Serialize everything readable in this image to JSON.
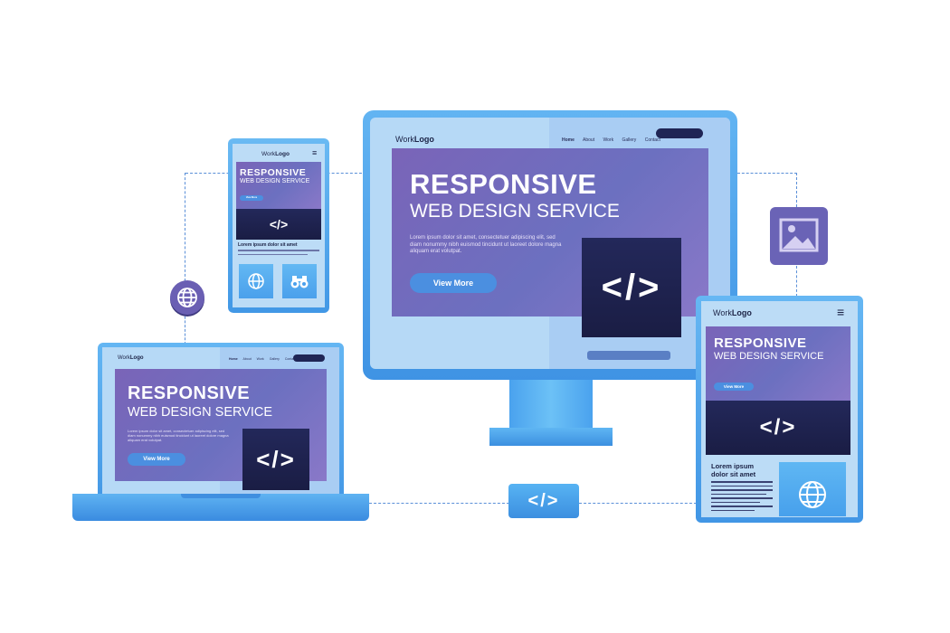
{
  "brand": {
    "logo_part1": "Work",
    "logo_part2": "Logo"
  },
  "nav": {
    "items": [
      "Home",
      "About",
      "Work",
      "Gallery",
      "Contact"
    ]
  },
  "hero": {
    "title": "RESPONSIVE",
    "subtitle": "WEB DESIGN SERVICE",
    "body": "Lorem ipsum dolor sit amet, consectetuer adipiscing elit, sed diam nonummy nibh euismod tincidunt ut laoreet dolore magna aliquam erat volutpat.",
    "button": "View More"
  },
  "section": {
    "heading": "Lorem ipsum dolor sit amet",
    "heading_line1": "Lorem ipsum",
    "heading_line2": "dolor sit amet"
  },
  "menu_glyph": "≡",
  "code_glyph": "</>",
  "icons": [
    "globe-icon",
    "binoculars-icon",
    "image-icon",
    "code-icon",
    "menu-icon"
  ],
  "colors": {
    "frame": "#5aa9ef",
    "screen": "#b9dcf6",
    "hero": "#7468bd",
    "dark": "#1d2150",
    "button": "#4b8fe0",
    "dash": "#5a8fd8"
  }
}
